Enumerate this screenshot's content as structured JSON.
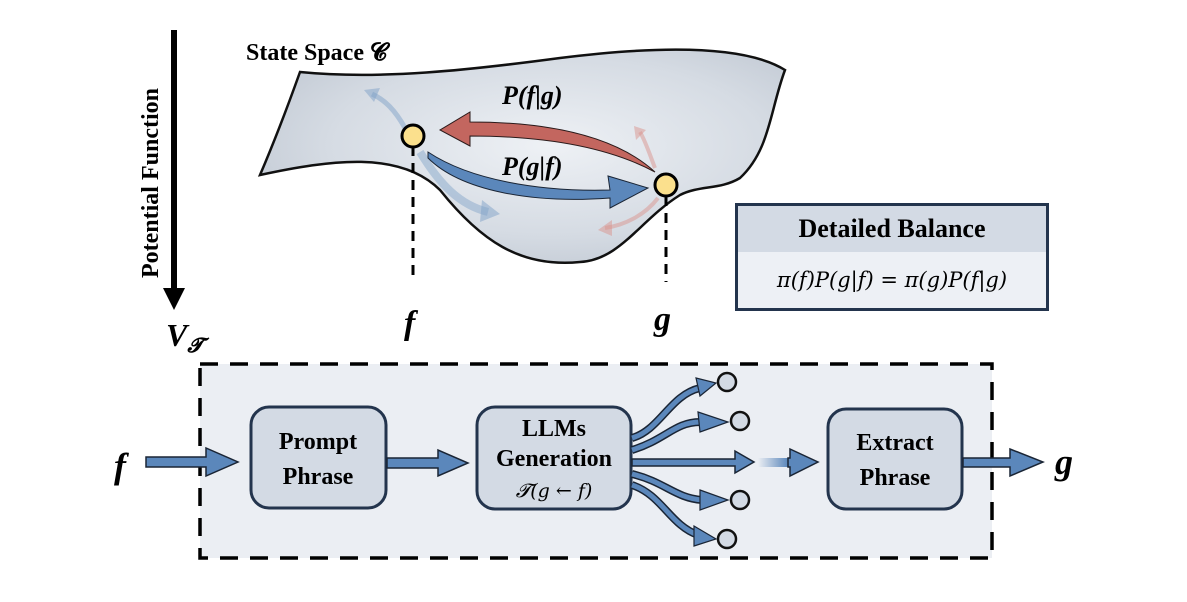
{
  "top": {
    "state_space_label": "State Space 𝓒",
    "potential_axis_label": "Potential Function",
    "potential_symbol": "V",
    "potential_subscript": "𝓣",
    "node_f_label": "f",
    "node_g_label": "g",
    "arrow_backward_label": "P(f|g)",
    "arrow_forward_label": "P(g|f)"
  },
  "detailed_balance": {
    "title": "Detailed Balance",
    "equation": "π(f)P(g|f) = π(g)P(f|g)"
  },
  "pipeline": {
    "input_label": "f",
    "output_label": "g",
    "boxes": [
      {
        "line1": "Prompt",
        "line2": "Phrase"
      },
      {
        "line1": "LLMs",
        "line2": "Generation",
        "line3": "𝓣(g ← f)"
      },
      {
        "line1": "Extract",
        "line2": "Phrase"
      }
    ]
  },
  "colors": {
    "surface": "#c9d0da",
    "blue_arrow": "#5b87bb",
    "red_arrow": "#c3665f",
    "node_fill": "#fbe08d",
    "box_fill": "#d3dae4",
    "box_stroke": "#23344d",
    "panel_fill": "#ebeef3"
  }
}
